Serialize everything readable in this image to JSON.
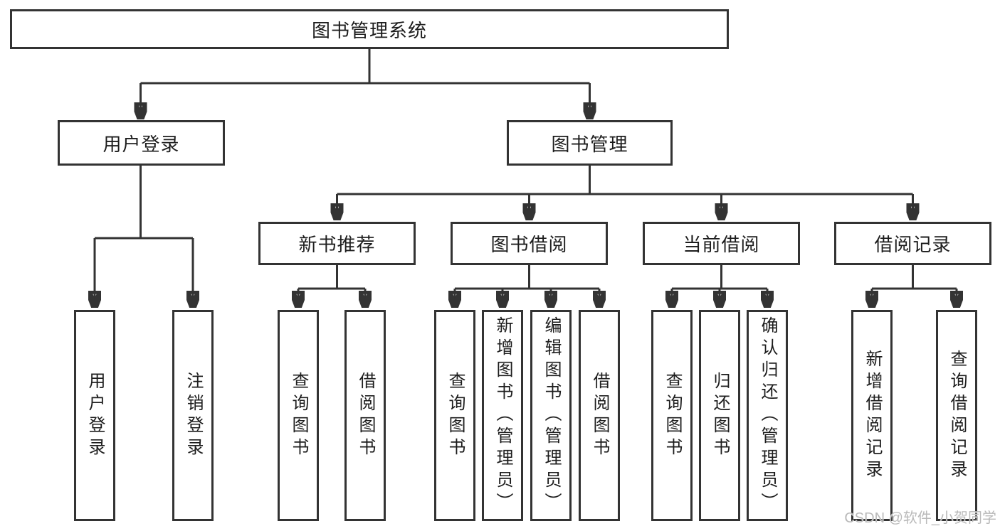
{
  "diagram": {
    "root": {
      "label": "图书管理系统"
    },
    "level1": [
      {
        "label": "用户登录",
        "leaves": [
          "用户登录",
          "注销登录"
        ]
      },
      {
        "label": "图书管理",
        "children": [
          {
            "label": "新书推荐",
            "leaves": [
              "查询图书",
              "借阅图书"
            ]
          },
          {
            "label": "图书借阅",
            "leaves": [
              "查询图书",
              "新增图书（管理员）",
              "编辑图书（管理员）",
              "借阅图书"
            ]
          },
          {
            "label": "当前借阅",
            "leaves": [
              "查询图书",
              "归还图书",
              "确认归还（管理员）"
            ]
          },
          {
            "label": "借阅记录",
            "leaves": [
              "新增借阅记录",
              "查询借阅记录"
            ]
          }
        ]
      }
    ]
  },
  "watermark": {
    "text": "CSDN @软件_小贺同学"
  },
  "colors": {
    "line": "#333333",
    "text": "#1d1d1d",
    "watermark": "#b9b9b9",
    "background": "#ffffff"
  }
}
